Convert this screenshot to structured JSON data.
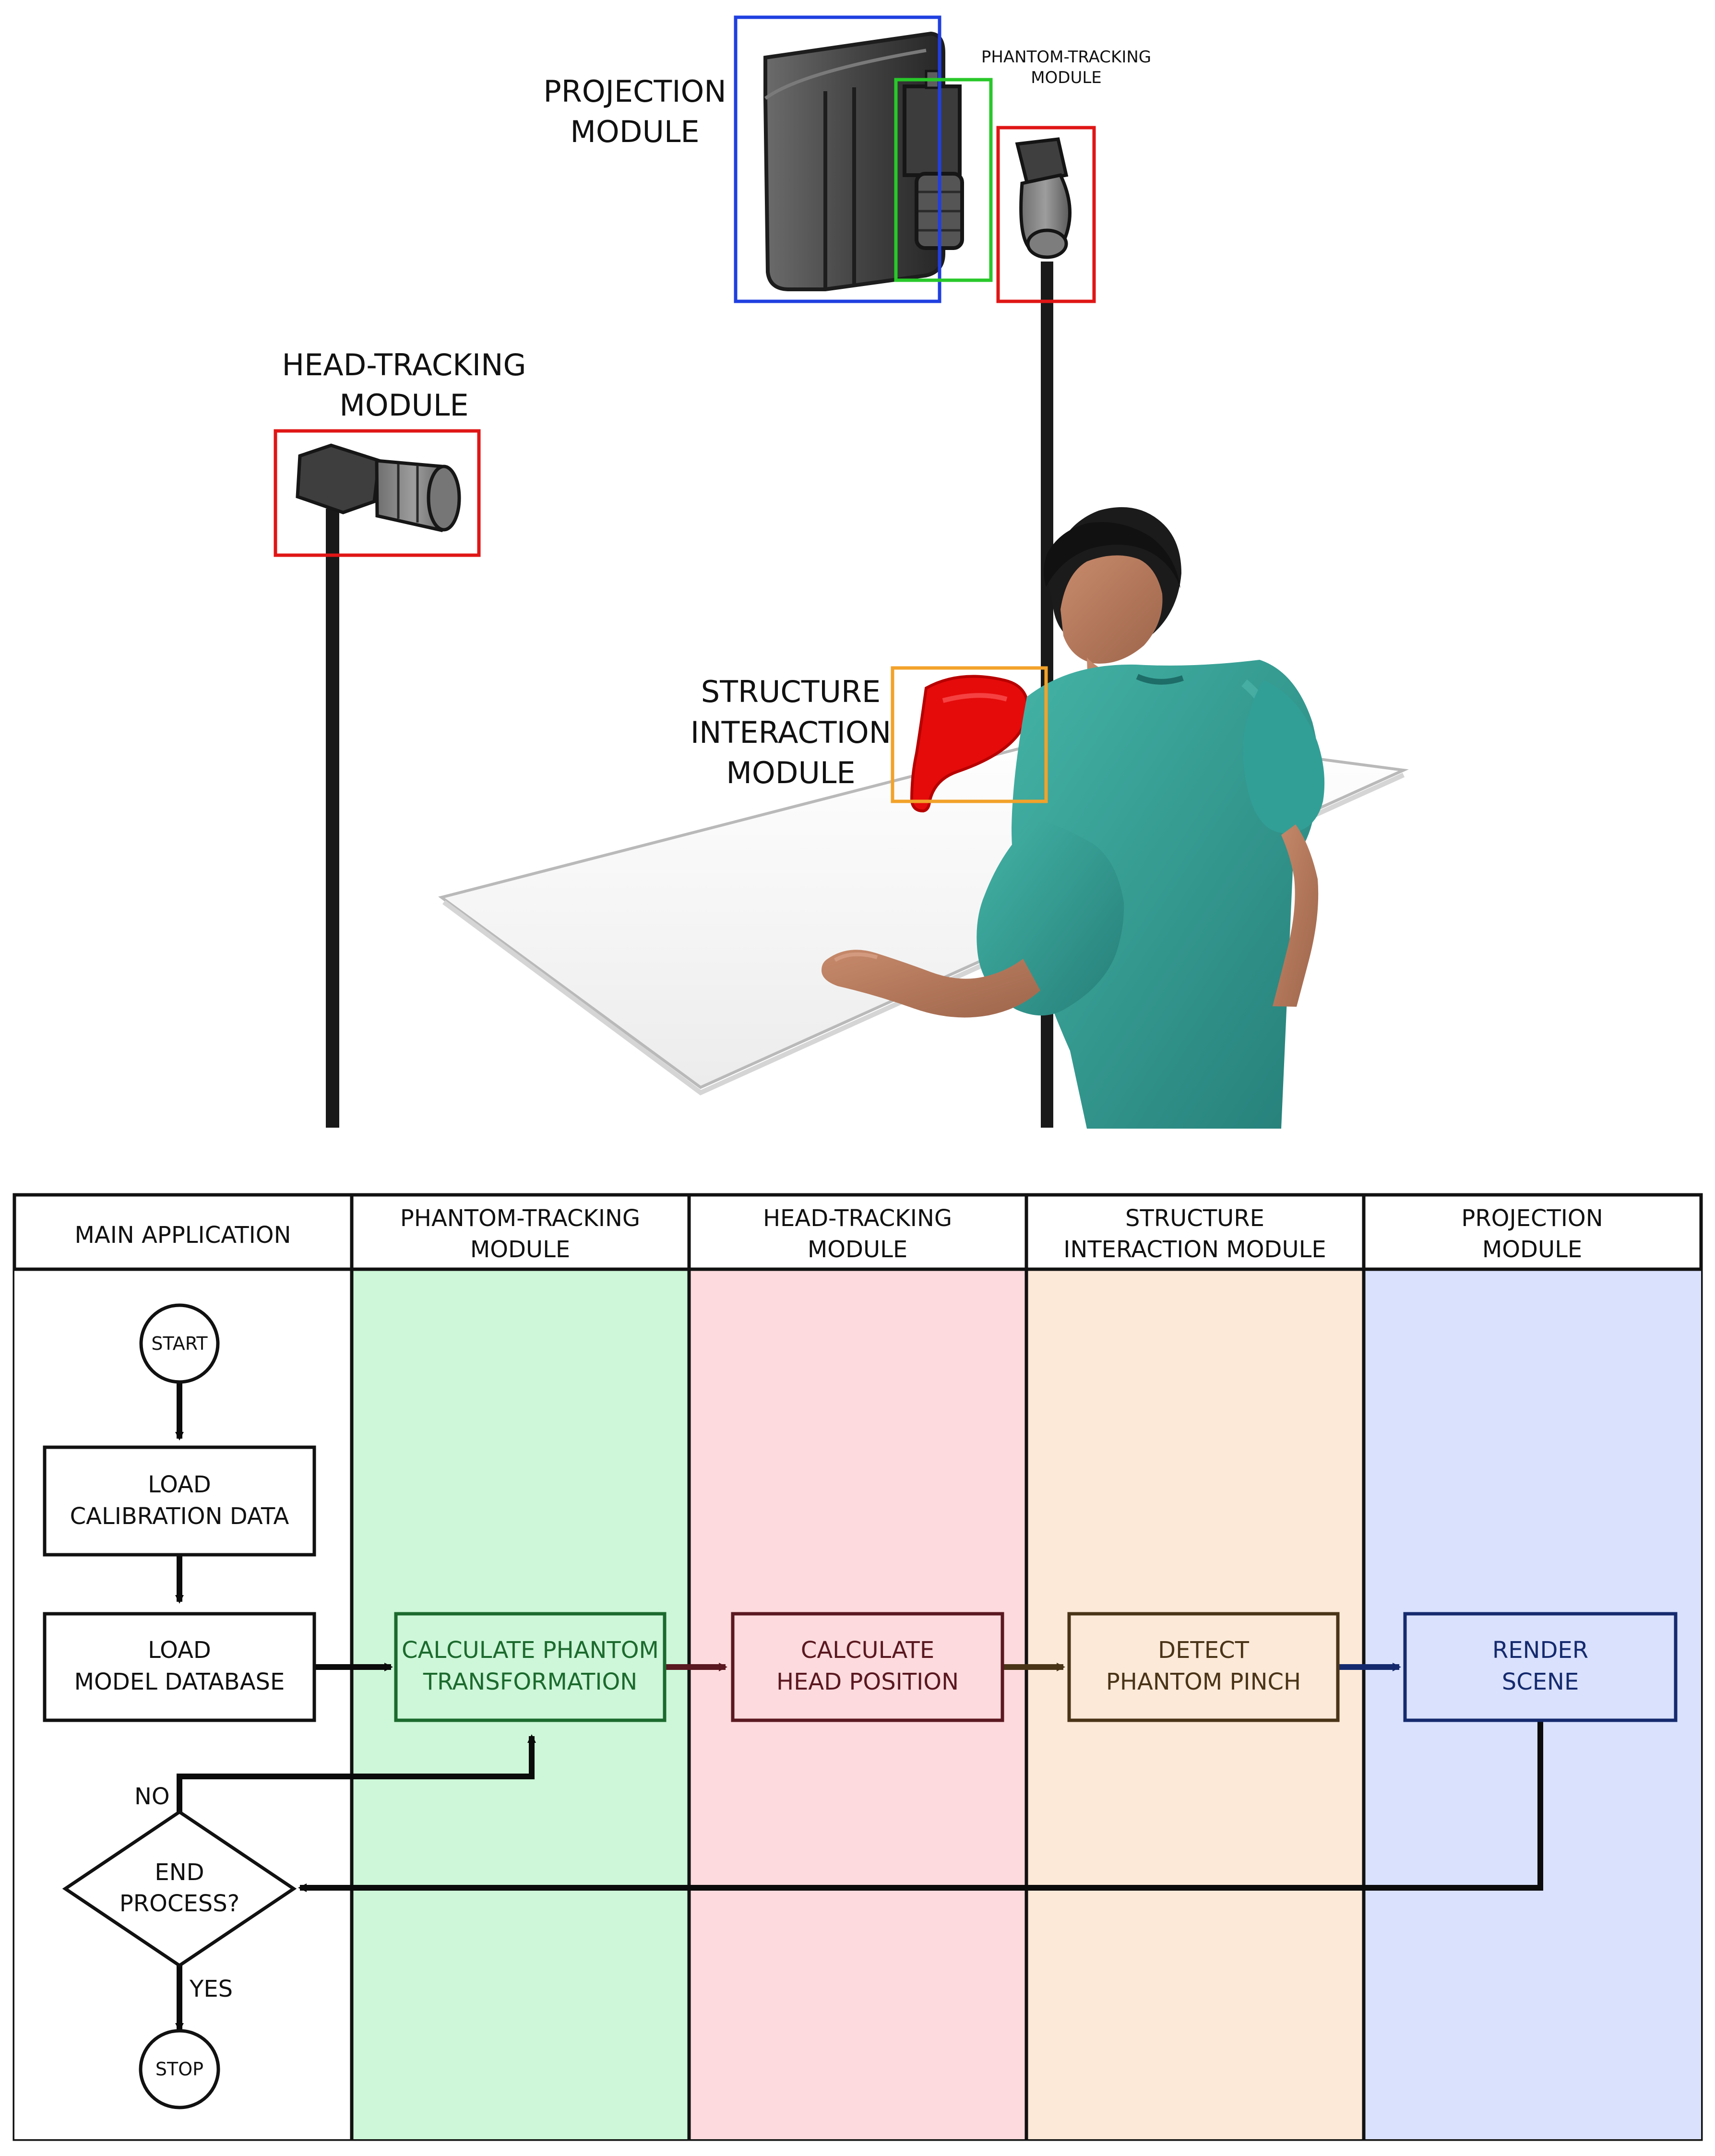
{
  "scene": {
    "labels": {
      "projection_line1": "PROJECTION",
      "projection_line2": "MODULE",
      "phantom_tracking_line1": "PHANTOM-TRACKING",
      "phantom_tracking_line2": "MODULE",
      "head_tracking_line1": "HEAD-TRACKING",
      "head_tracking_line2": "MODULE",
      "structure_line1": "STRUCTURE",
      "structure_line2": "INTERACTION",
      "structure_line3": "MODULE"
    },
    "colors": {
      "projection_box": "#1f3fe0",
      "phantom_tracking_box": "#28c82a",
      "tracking_box": "#e01616",
      "structure_box": "#f2a22a",
      "liver": "#e50b0b",
      "scrubs": "#2f9f96",
      "skin": "#b97a5c",
      "hair": "#1b1b1b",
      "device": "#4a4a4a",
      "pole": "#191919",
      "table": "#f3f3f3"
    }
  },
  "flowchart": {
    "lanes": [
      {
        "line1": "MAIN APPLICATION",
        "line2": "",
        "fill": "#ffffff"
      },
      {
        "line1": "PHANTOM-TRACKING",
        "line2": "MODULE",
        "fill": "#cdf7d8"
      },
      {
        "line1": "HEAD-TRACKING",
        "line2": "MODULE",
        "fill": "#fddadd"
      },
      {
        "line1": "STRUCTURE",
        "line2": "INTERACTION MODULE",
        "fill": "#fde9d8"
      },
      {
        "line1": "PROJECTION",
        "line2": "MODULE",
        "fill": "#d9e1fd"
      }
    ],
    "nodes": {
      "start": "START",
      "load_calibration_line1": "LOAD",
      "load_calibration_line2": "CALIBRATION DATA",
      "load_model_line1": "LOAD",
      "load_model_line2": "MODEL DATABASE",
      "calc_phantom_line1": "CALCULATE PHANTOM",
      "calc_phantom_line2": "TRANSFORMATION",
      "calc_head_line1": "CALCULATE",
      "calc_head_line2": "HEAD POSITION",
      "detect_pinch_line1": "DETECT",
      "detect_pinch_line2": "PHANTOM PINCH",
      "render_line1": "RENDER",
      "render_line2": "SCENE",
      "decision_line1": "END",
      "decision_line2": "PROCESS?",
      "stop": "STOP"
    },
    "branches": {
      "no": "NO",
      "yes": "YES"
    },
    "colors": {
      "phantom_box_border": "#1c6a2e",
      "phantom_box_text": "#1c6a2e",
      "head_box_border": "#5a1820",
      "head_box_text": "#5a1820",
      "pinch_box_border": "#4a3418",
      "pinch_box_text": "#4a3418",
      "render_box_border": "#152a6e",
      "render_box_text": "#152a6e",
      "arrow_dark": "#0b0b0b"
    }
  }
}
